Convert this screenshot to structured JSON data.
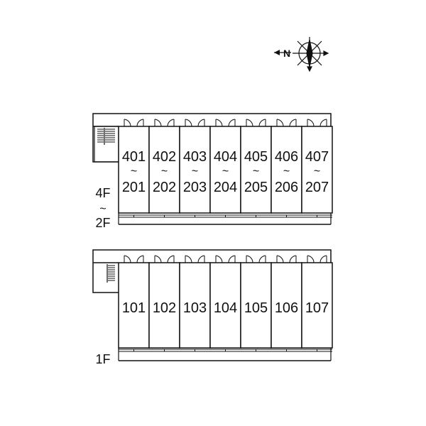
{
  "compass": {
    "label": "N"
  },
  "upper_floors": {
    "floor_label_top": "4F",
    "floor_label_sep": "~",
    "floor_label_bottom": "2F",
    "units": [
      {
        "top": "401",
        "bottom": "201"
      },
      {
        "top": "402",
        "bottom": "202"
      },
      {
        "top": "403",
        "bottom": "203"
      },
      {
        "top": "404",
        "bottom": "204"
      },
      {
        "top": "405",
        "bottom": "205"
      },
      {
        "top": "406",
        "bottom": "206"
      },
      {
        "top": "407",
        "bottom": "207"
      }
    ],
    "range_sep": "~"
  },
  "ground_floor": {
    "floor_label": "1F",
    "units": [
      "101",
      "102",
      "103",
      "104",
      "105",
      "106",
      "107"
    ]
  }
}
